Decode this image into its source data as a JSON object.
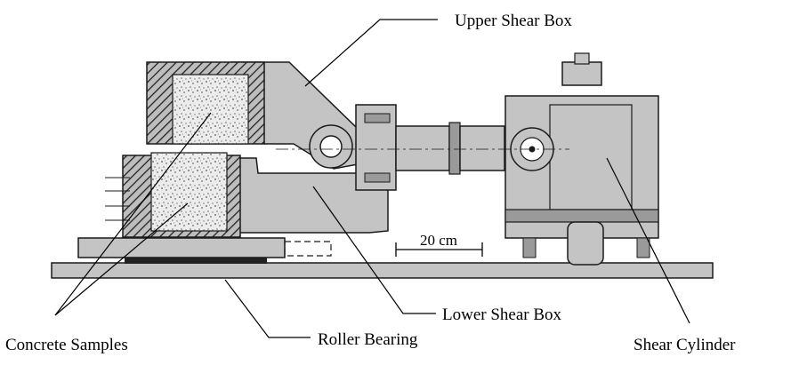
{
  "labels": {
    "upper_shear_box": "Upper Shear Box",
    "lower_shear_box": "Lower Shear Box",
    "concrete_samples": "Concrete Samples",
    "roller_bearing": "Roller Bearing",
    "shear_cylinder": "Shear Cylinder"
  },
  "scale_bar": {
    "label": "20 cm"
  },
  "colors": {
    "steel": "#c4c4c4",
    "steel_dark": "#9a9a9a",
    "outline": "#1a1a1a",
    "concrete": "#e8e8e8",
    "bearing": "#222222"
  }
}
